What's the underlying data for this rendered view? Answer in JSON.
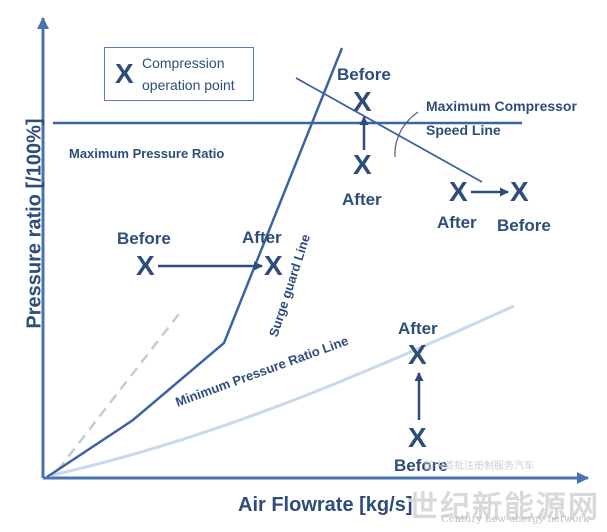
{
  "colors": {
    "axis": "#4a72b0",
    "line": "#3d63a3",
    "arrow": "#2e4d7b",
    "text": "#2e4d7b",
    "min_line": "#c9d8ec",
    "dashed": "#c5cbd6"
  },
  "axes": {
    "x_label": "Air Flowrate [kg/s]",
    "y_label": "Pressure ratio [/100%]"
  },
  "legend": {
    "marker": "X",
    "text_line1": "Compression",
    "text_line2": "operation point"
  },
  "curves": {
    "max_pressure_ratio": "Maximum Pressure Ratio",
    "max_speed_line1": "Maximum Compressor",
    "max_speed_line2": "Speed Line",
    "surge_line": "Surge guard Line",
    "min_pressure_ratio": "Minimum Pressure Ratio Line"
  },
  "points": {
    "marker": "X",
    "before": "Before",
    "after": "After"
  },
  "watermark": {
    "cn": "世纪新能源网",
    "en": "Century new energy network",
    "small": "国内首批注册制服务汽车"
  }
}
